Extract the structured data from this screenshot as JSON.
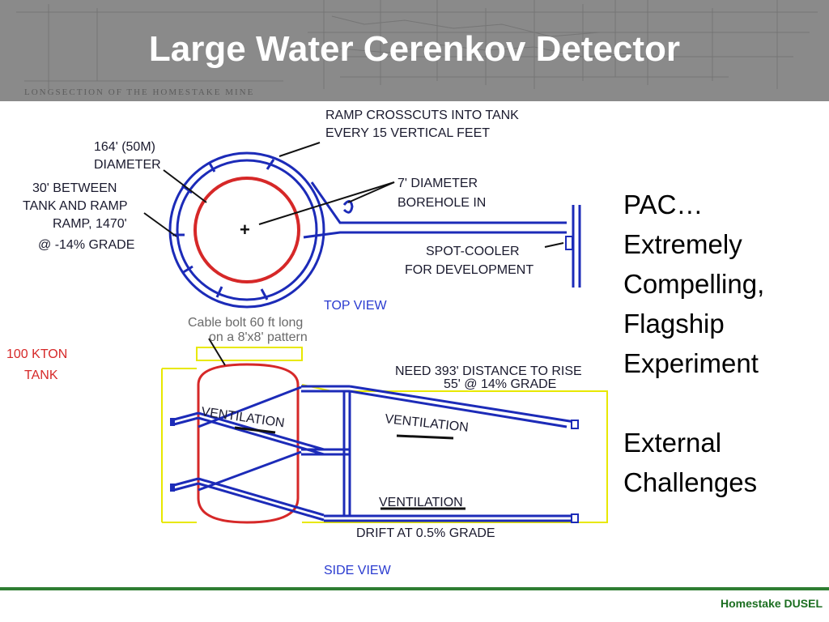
{
  "slide": {
    "title": "Large Water Cerenkov Detector",
    "header_caption": "LONGSECTION OF THE HOMESTAKE MINE",
    "footer": "Homestake DUSEL"
  },
  "side_text": {
    "line1": "PAC…",
    "line2": "Extremely",
    "line3": "Compelling,",
    "line4": "Flagship",
    "line5": "Experiment",
    "line6": "External",
    "line7": "Challenges"
  },
  "diagram": {
    "top_view": {
      "ramp_crosscuts_1": "RAMP CROSSCUTS INTO TANK",
      "ramp_crosscuts_2": "EVERY 15 VERTICAL FEET",
      "diameter_1": "164' (50M)",
      "diameter_2": "DIAMETER",
      "between_1": "30' BETWEEN",
      "between_2": "TANK AND RAMP",
      "ramp_1": "RAMP, 1470'",
      "ramp_2": "@ -14% GRADE",
      "borehole_1": "7' DIAMETER",
      "borehole_2": "BOREHOLE IN",
      "spot_cooler_1": "SPOT-COOLER",
      "spot_cooler_2": "FOR DEVELOPMENT",
      "view_label": "TOP VIEW"
    },
    "side_view": {
      "cable_bolt_1": "Cable bolt 60 ft long",
      "cable_bolt_2": "on a 8'x8' pattern",
      "tank_1": "100 KTON",
      "tank_2": "TANK",
      "need_1": "NEED 393' DISTANCE TO RISE",
      "need_2": "55' @ 14% GRADE",
      "ventilation_1": "VENTILATION",
      "ventilation_2": "VENTILATION",
      "ventilation_3": "VENTILATION",
      "drift": "DRIFT AT 0.5% GRADE",
      "view_label": "SIDE VIEW"
    },
    "colors": {
      "tunnel": "#1c2bb8",
      "tank": "#d62828",
      "envelope": "#e8e800",
      "leader": "#111111"
    }
  }
}
